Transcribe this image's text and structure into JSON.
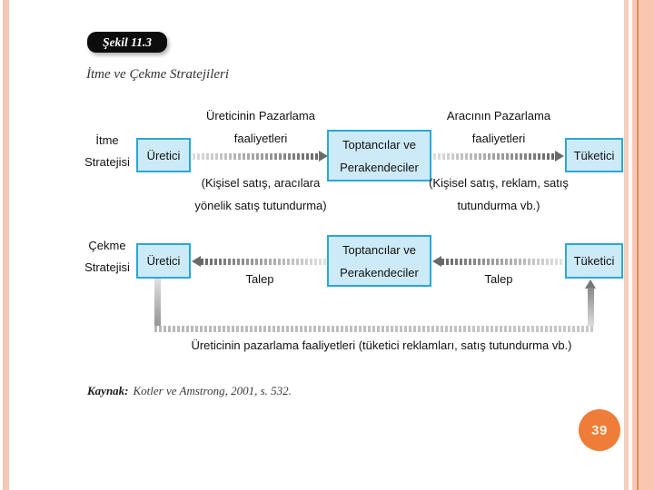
{
  "slide": {
    "figure_label": "Şekil 11.3",
    "title": "İtme ve Çekme Stratejileri",
    "source": {
      "prefix": "Kaynak:",
      "citation": "Kotler ve Amstrong, 2001, s. 532."
    },
    "page_number": "39"
  },
  "diagram": {
    "push": {
      "row_label_lines": [
        "İtme",
        "Stratejisi"
      ],
      "producer": "Üretici",
      "middlemen_lines": [
        "Toptancılar ve",
        "Perakendeciler"
      ],
      "consumer": "Tüketici",
      "arrow1_above_lines": [
        "Üreticinin Pazarlama",
        "faaliyetleri"
      ],
      "arrow1_below_lines": [
        "(Kişisel satış, aracılara",
        "yönelik satış tutundurma)"
      ],
      "arrow2_above_lines": [
        "Aracının Pazarlama",
        "faaliyetleri"
      ],
      "arrow2_below_lines": [
        "(Kişisel satış, reklam, satış",
        "tutundurma vb.)"
      ]
    },
    "pull": {
      "row_label_lines": [
        "Çekme",
        "Stratejisi"
      ],
      "producer": "Üretici",
      "middlemen_lines": [
        "Toptancılar ve",
        "Perakendeciler"
      ],
      "consumer": "Tüketici",
      "demand_label_1": "Talep",
      "demand_label_2": "Talep",
      "feedback_caption": "Üreticinin pazarlama faaliyetleri (tüketici reklamları,  satış tutundurma vb.)"
    },
    "colors": {
      "box_fill": "#cdeaf8",
      "box_border": "#29a8d8",
      "arrow_dark": "#6a6a6a",
      "arrow_light": "#dedede",
      "accent_orange": "#ef7c38",
      "stripe_pink": "#f5c7b5",
      "stripe_dark_orange": "#dd8f5b"
    }
  }
}
